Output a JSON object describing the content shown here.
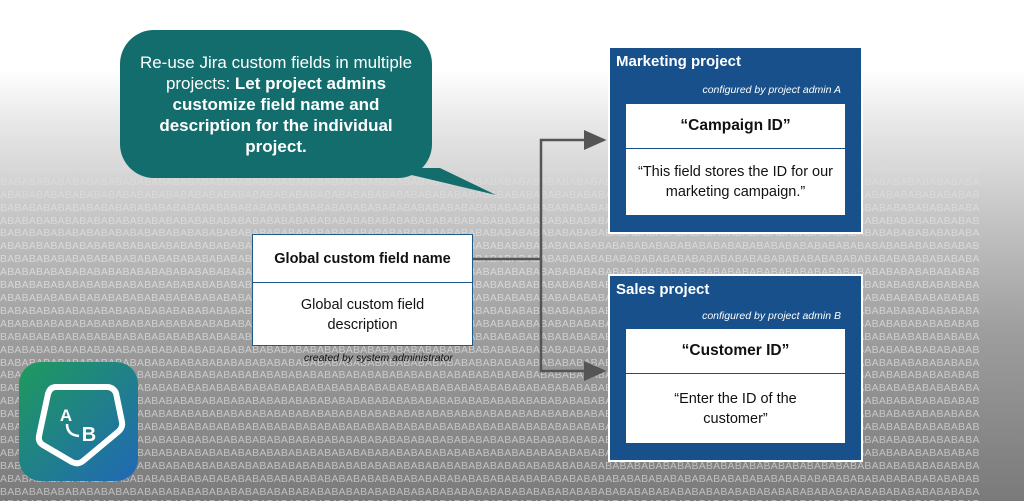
{
  "background_pattern": "BABABABABABABABABABABABABABABABABABABABABABABABABABABABABABABABABABABABABABABABABABABABABABABABABABABABABABABABABABABABABABABABABABABABA",
  "bubble": {
    "text_plain": "Re-use Jira custom fields in multiple projects: ",
    "text_bold": "Let project admins customize field name and description for the individual project."
  },
  "global_field": {
    "name": "Global custom field name",
    "description": "Global custom field description",
    "creator": "created by system administrator"
  },
  "projects": [
    {
      "title": "Marketing project",
      "configured_by": "configured by project admin A",
      "field_name": "“Campaign ID”",
      "field_description": "“This field stores the ID for our marketing campaign.”"
    },
    {
      "title": "Sales project",
      "configured_by": "configured by project admin B",
      "field_name": "“Customer ID”",
      "field_description": "“Enter the ID of the customer”"
    }
  ],
  "logo": {
    "letter_a": "A",
    "letter_b": "B"
  },
  "colors": {
    "bubble": "#136d6d",
    "project": "#17508b",
    "logo_gradient_start": "#1f9a5c",
    "logo_gradient_end": "#2068b6"
  }
}
